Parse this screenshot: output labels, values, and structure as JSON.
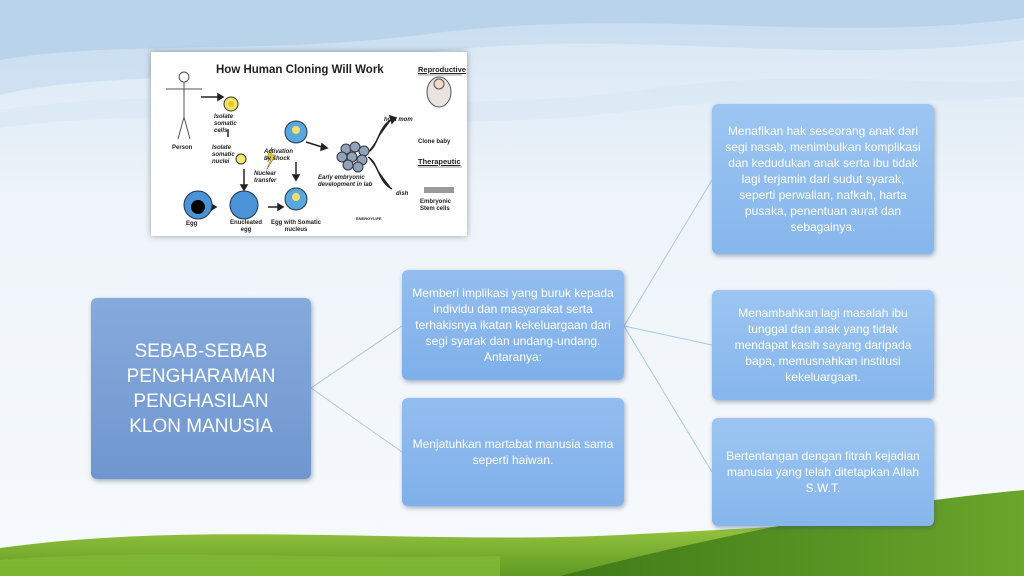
{
  "background": {
    "sky": "#e4eef7",
    "accent_light": "#c9ddef",
    "grass_dark": "#4e8a1e",
    "grass_light": "#9acc3a"
  },
  "figure": {
    "title": "How Human Cloning Will Work",
    "labels": {
      "person": "Person",
      "isolate_somatic_cells": "Isolate somatic cells",
      "isolate_somatic_nuclei": "Isolate somatic nuclei",
      "nuclear_transfer": "Nuclear transfer",
      "activation_by_shock": "Activation by shock",
      "early_embryonic": "Early embryonic development in lab",
      "host_mom": "host mom",
      "dish": "dish",
      "egg": "Egg",
      "enucleated_egg": "Enucleated egg",
      "egg_with_somatic_nucleus": "Egg with Somatic nucleus",
      "reproductive": "Reproductive",
      "clone_baby": "Clone baby",
      "therapeutic": "Therapeutic",
      "embryonic_stem_cells": "Embryonic Stem cells",
      "credit": "ENERGYLIFE"
    }
  },
  "diagram": {
    "root": "SEBAB-SEBAB PENGHARAMAN PENGHASILAN KLON MANUSIA",
    "branches": [
      {
        "text": "Memberi implikasi yang buruk kepada individu dan masyarakat serta terhakisnya ikatan kekeluargaan dari segi syarak dan undang-undang. Antaranya:",
        "children": [
          "Menafikan hak seseorang anak dari segi nasab, menimbulkan komplikasi dan kedudukan anak serta ibu tidak lagi terjamin dari sudut syarak, seperti perwalian, nafkah, harta pusaka, penentuan aurat dan sebagainya.",
          "Menambahkan lagi masalah ibu tunggal dan anak yang tidak mendapat kasih sayang daripada bapa, memusnahkan institusi kekeluargaan.",
          "Bertentangan dengan fitrah kejadian manusia yang telah ditetapkan Allah S.W.T."
        ]
      },
      {
        "text": "Menjatuhkan martabat manusia sama seperti haiwan.",
        "children": []
      }
    ]
  }
}
